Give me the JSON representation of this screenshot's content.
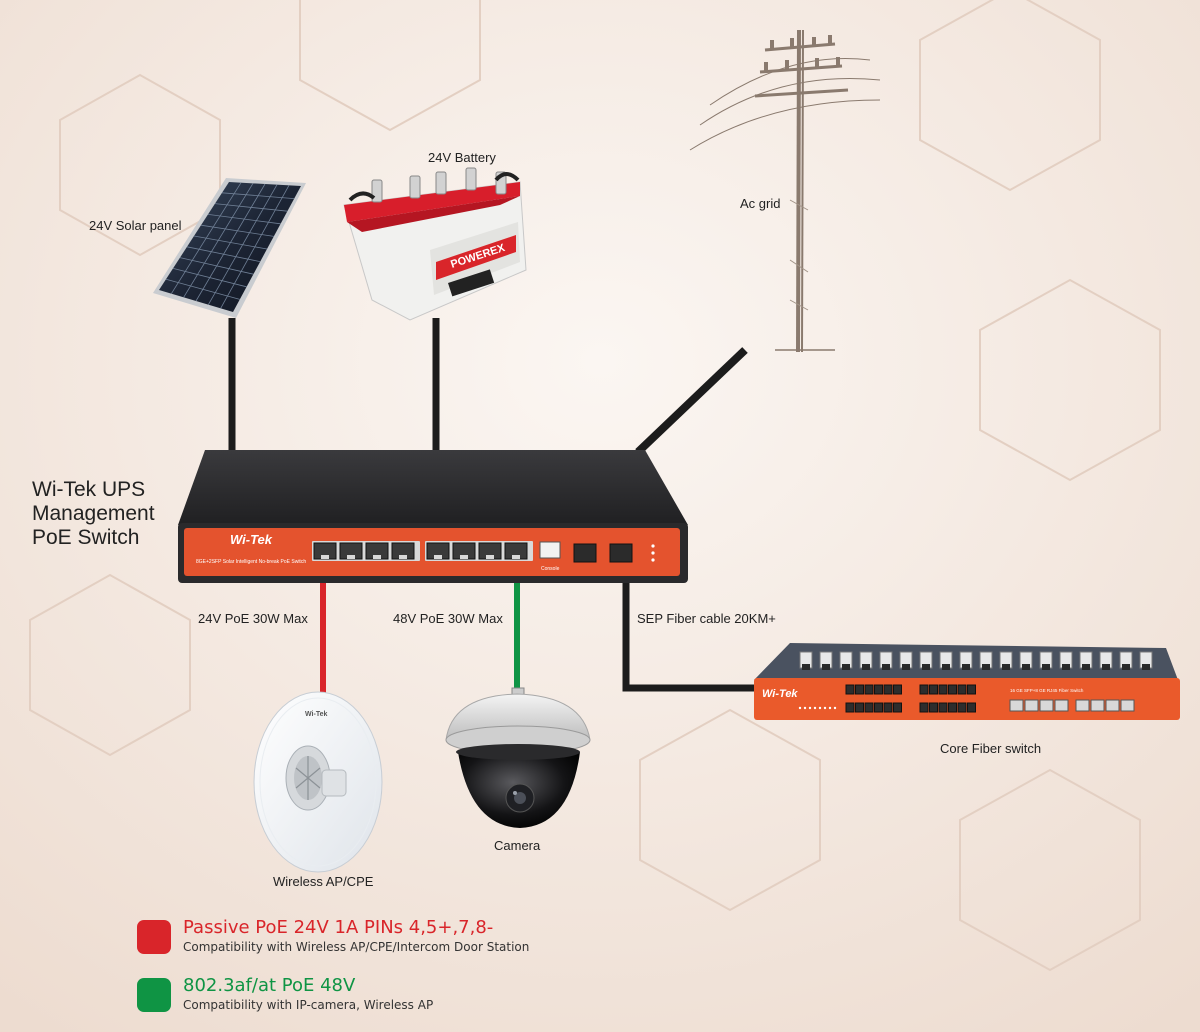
{
  "diagram": {
    "title_lines": [
      "Wi-Tek UPS",
      "Management",
      "PoE Switch"
    ],
    "labels": {
      "solar_panel": "24V Solar panel",
      "battery": "24V Battery",
      "ac_grid": "Ac grid",
      "poe_24v": "24V PoE 30W Max",
      "poe_48v": "48V PoE 30W Max",
      "fiber_cable": "SEP  Fiber cable 20KM+",
      "core_switch": "Core Fiber switch",
      "wireless_ap": "Wireless AP/CPE",
      "camera": "Camera"
    },
    "device_text": {
      "brand": "Wi-Tek",
      "battery_brand": "POWEREX",
      "switch_model": "8GE+2SFP Solar Intelligent No-break PoE Switch",
      "core_model": "16 GE SFP+8 GE RJ45 Fiber Switch",
      "console": "Console"
    },
    "legend": [
      {
        "title": "Passive PoE 24V 1A PINs 4,5+,7,8-",
        "subtitle": "Compatibility with Wireless AP/CPE/Intercom Door Station",
        "color": "#d9252a"
      },
      {
        "title": "802.3af/at PoE 48V",
        "subtitle": "Compatibility with IP-camera, Wireless AP",
        "color": "#0f9444"
      }
    ],
    "colors": {
      "passive_poe": "#d9252a",
      "poe_48v": "#0f9444",
      "cable": "#1c1c1c",
      "switch_front": "#e4532e",
      "switch_body": "#2a2a2c"
    }
  }
}
